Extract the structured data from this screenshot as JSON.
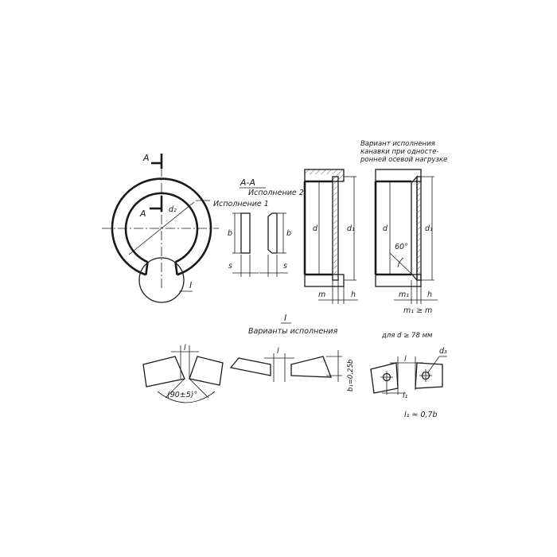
{
  "section_title": "А-А",
  "variant_1": "Исполнение 1",
  "variant_2": "Исполнение 2",
  "groove_note": [
    "Вариант исполнения",
    "канавки при односте-",
    "ронней осевой нагрузке"
  ],
  "detail_title": "I",
  "detail_caption": "Варианты исполнения",
  "section_mark": "А",
  "detail_mark": "I",
  "labels": {
    "d2": "d₂",
    "b": "b",
    "s": "s",
    "d": "d",
    "d1": "d₁",
    "m": "m",
    "h": "h",
    "m1": "m₁",
    "angle_60": "60°",
    "m1_ge_m": "m₁ ≥ m",
    "l": "l",
    "l1": "l₁",
    "d3": "d₃",
    "angle_tol": "(90±5)°",
    "b1": "b₁=0,25b",
    "note_d": "для d ≥ 78 мм",
    "l1_formula": "l₁ ≈ 0,7b"
  }
}
